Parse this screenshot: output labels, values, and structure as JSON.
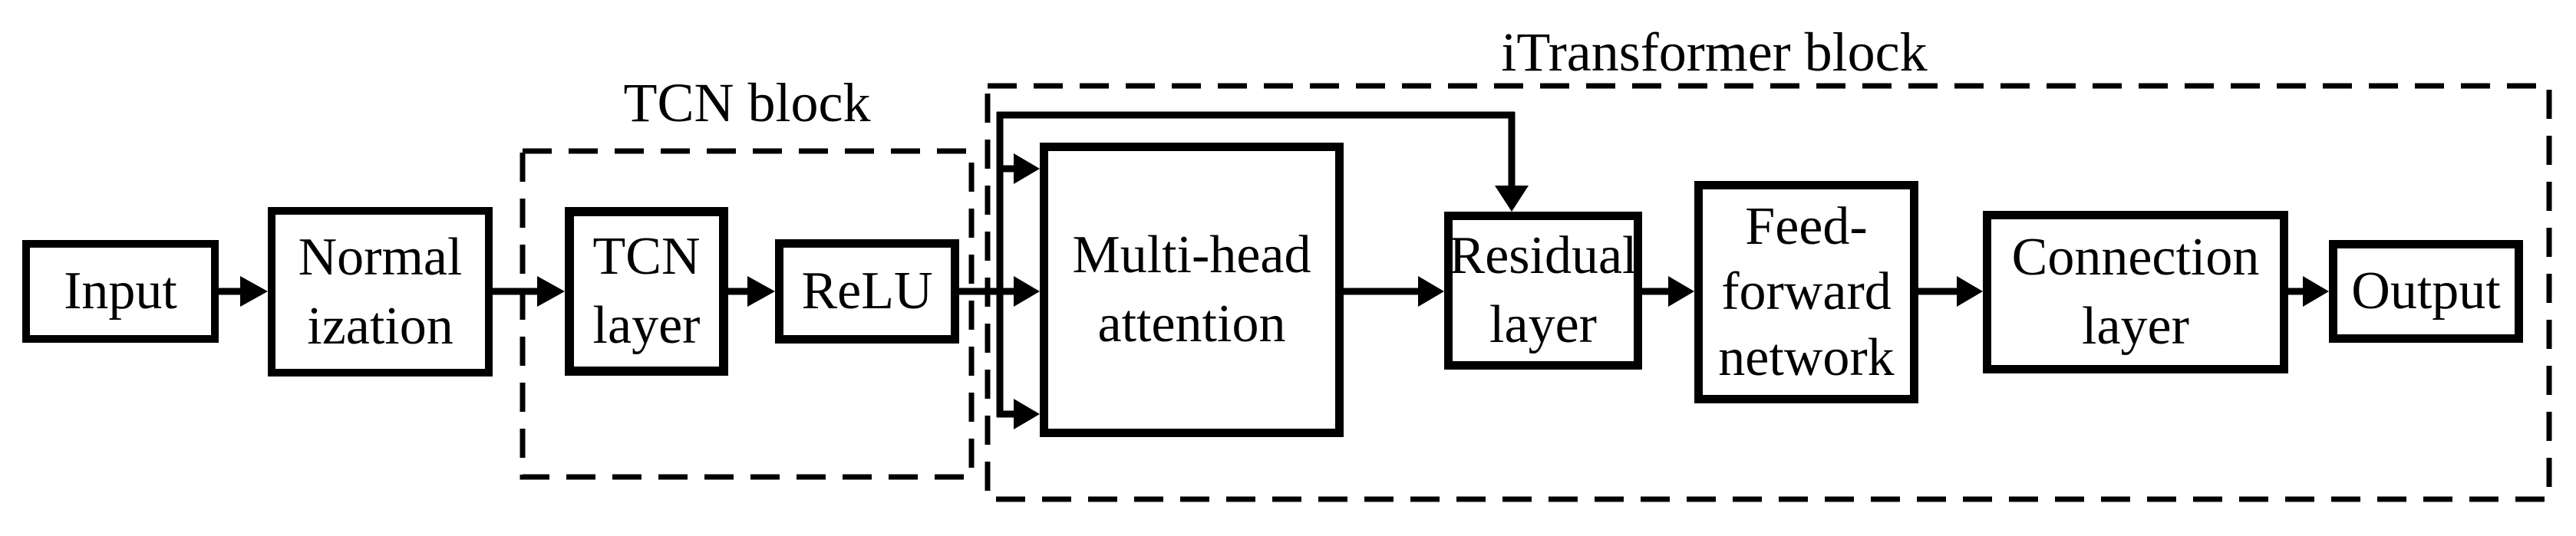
{
  "diagram": {
    "blocks": {
      "tcn": {
        "label": "TCN block"
      },
      "itransformer": {
        "label": "iTransformer block"
      }
    },
    "nodes": {
      "input": {
        "label": "Input"
      },
      "normalization": {
        "label": "Normal\nization"
      },
      "tcn_layer": {
        "label": "TCN\nlayer"
      },
      "relu": {
        "label": "ReLU"
      },
      "multi_head_attention": {
        "label": "Multi-head\nattention"
      },
      "residual_layer": {
        "label": "Residual\nlayer"
      },
      "feed_forward_network": {
        "label": "Feed-\nforward\nnetwork"
      },
      "connection_layer": {
        "label": "Connection\nlayer"
      },
      "output": {
        "label": "Output"
      }
    },
    "edges": [
      {
        "from": "input",
        "to": "normalization"
      },
      {
        "from": "normalization",
        "to": "tcn_layer"
      },
      {
        "from": "tcn_layer",
        "to": "relu"
      },
      {
        "from": "relu",
        "to": "multi_head_attention",
        "note": "fans out into three arrows"
      },
      {
        "from": "relu",
        "to": "residual_layer",
        "note": "skip connection over multi-head attention"
      },
      {
        "from": "multi_head_attention",
        "to": "residual_layer"
      },
      {
        "from": "residual_layer",
        "to": "feed_forward_network"
      },
      {
        "from": "feed_forward_network",
        "to": "connection_layer"
      },
      {
        "from": "connection_layer",
        "to": "output"
      }
    ],
    "colors": {
      "stroke": "#000000",
      "background": "#ffffff"
    }
  }
}
